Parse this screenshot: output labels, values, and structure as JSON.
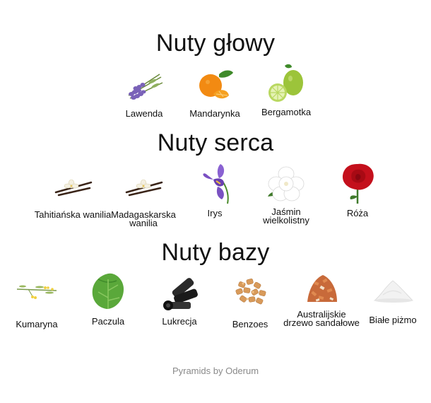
{
  "sections": {
    "top": {
      "title": "Nuty głowy",
      "notes": [
        {
          "label": "Lawenda",
          "icon": "lavender-icon"
        },
        {
          "label": "Mandarynka",
          "icon": "mandarin-icon"
        },
        {
          "label": "Bergamotka",
          "icon": "bergamot-icon"
        }
      ]
    },
    "heart": {
      "title": "Nuty serca",
      "notes": [
        {
          "label": "Tahitiańska wanilia",
          "icon": "vanilla-icon"
        },
        {
          "label": "Madagaskarska wanilia",
          "icon": "vanilla-icon"
        },
        {
          "label": "Irys",
          "icon": "iris-icon"
        },
        {
          "label": "Jaśmin wielkolistny",
          "icon": "jasmine-icon"
        },
        {
          "label": "Róża",
          "icon": "rose-icon"
        }
      ]
    },
    "base": {
      "title": "Nuty bazy",
      "notes": [
        {
          "label": "Kumaryna",
          "icon": "tonka-sprig-icon"
        },
        {
          "label": "Paczula",
          "icon": "patchouli-leaf-icon"
        },
        {
          "label": "Lukrecja",
          "icon": "licorice-icon"
        },
        {
          "label": "Benzoes",
          "icon": "benzoin-icon"
        },
        {
          "label": "Australijskie drzewo sandałowe",
          "icon": "sandalwood-icon"
        },
        {
          "label": "Białe piżmo",
          "icon": "white-musk-icon"
        }
      ]
    }
  },
  "footer": {
    "text": "Pyramids by Oderum"
  }
}
